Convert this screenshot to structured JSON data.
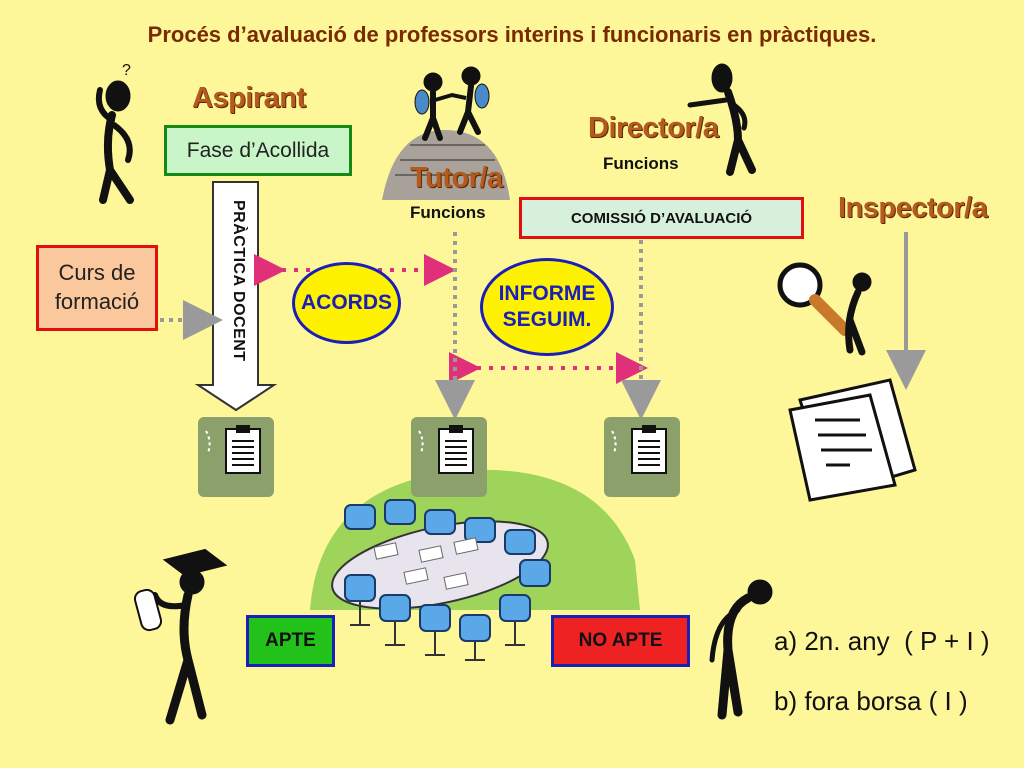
{
  "title": "Procés d’avaluació de professors interins i funcionaris en pràctiques.",
  "roles": {
    "aspirant": "Aspirant",
    "tutor": "Tutor/a",
    "tutor_sub": "Funcions",
    "director": "Director/a",
    "director_sub": "Funcions",
    "inspector": "Inspector/a"
  },
  "boxes": {
    "fase": "Fase d’Acollida",
    "curs": "Curs de formació",
    "comissio": "COMISSIÓ D’AVALUACIÓ",
    "practica": "PRÀCTICA DOCENT",
    "apte": "APTE",
    "noapte": "NO APTE"
  },
  "ovals": {
    "acords": "ACORDS",
    "informe": "INFORME SEGUIM."
  },
  "outcomes": {
    "a": "a) 2n. any  ( P + I )",
    "b": "b) fora borsa ( I )"
  },
  "colors": {
    "background": "#fef79a",
    "role": "#b45a1e",
    "title": "#7a2a00",
    "arrow_pink": "#e0307a",
    "arrow_grey": "#9a9a9a"
  }
}
